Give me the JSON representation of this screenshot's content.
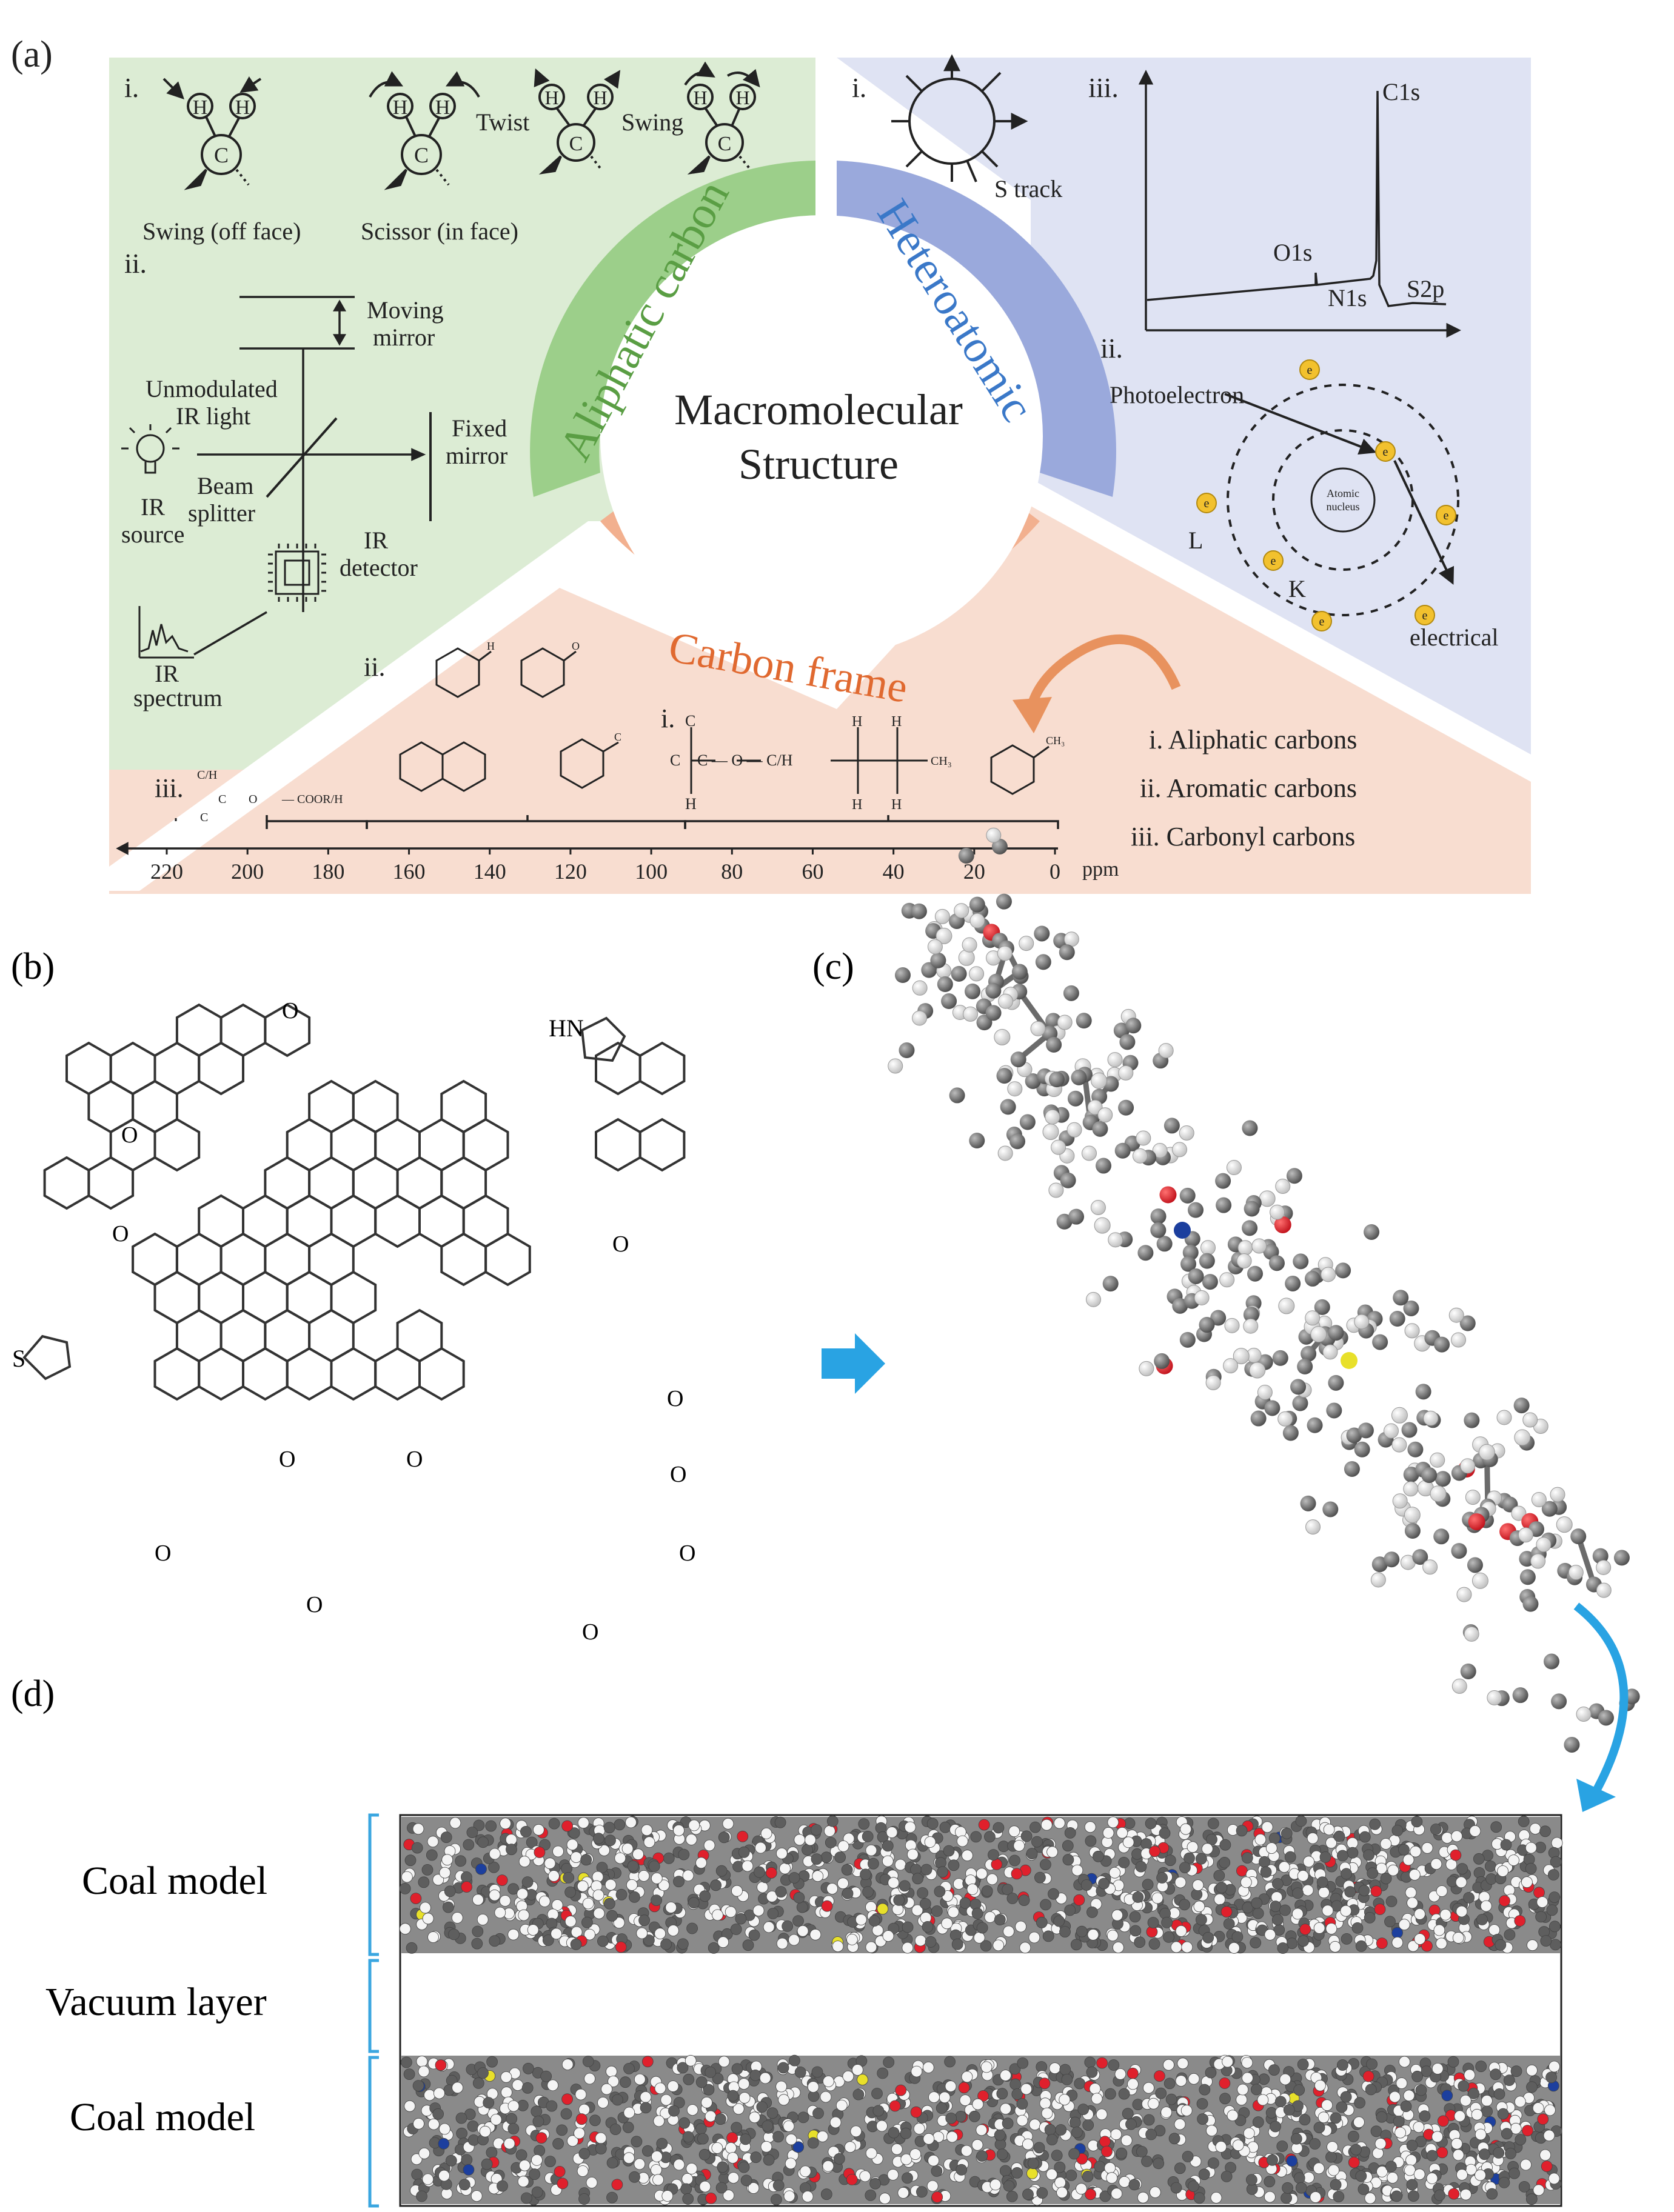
{
  "panel_a": {
    "label": "(a)",
    "center_title_line1": "Macromolecular",
    "center_title_line2": "Structure",
    "aliphatic": {
      "arc_title": "Aliphatic carbon",
      "i": "i.",
      "ii": "ii.",
      "swing_off_face": "Swing (off face)",
      "scissor_in_face": "Scissor (in face)",
      "twist": "Twist",
      "swing": "Swing",
      "atom_h": "H",
      "atom_c": "C",
      "moving_mirror_1": "Moving",
      "moving_mirror_2": "mirror",
      "unmodulated_1": "Unmodulated",
      "unmodulated_2": "IR light",
      "fixed_mirror_1": "Fixed",
      "fixed_mirror_2": "mirror",
      "beam_1": "Beam",
      "beam_2": "splitter",
      "ir_source_1": "IR",
      "ir_source_2": "source",
      "ir_detector_1": "IR",
      "ir_detector_2": "detector",
      "ir_spectrum_1": "IR",
      "ir_spectrum_2": "spectrum"
    },
    "hetero": {
      "arc_title": "Heteroatomic",
      "i": "i.",
      "ii": "ii.",
      "iii": "iii.",
      "s_track": "S track",
      "c1s": "C1s",
      "o1s": "O1s",
      "n1s": "N1s",
      "s2p": "S2p",
      "photoelectron": "Photoelectron",
      "atomic_1": "Atomic",
      "atomic_2": "nucleus",
      "shell_l": "L",
      "shell_k": "K",
      "electron": "e",
      "electrical": "electrical"
    },
    "carbon_frame": {
      "arc_title": "Carbon frame",
      "i": "i.",
      "ii": "ii.",
      "iii": "iii.",
      "legend_i": "i.  Aliphatic carbons",
      "legend_ii": "ii.  Aromatic carbons",
      "legend_iii": "iii.  Carbonyl carbons",
      "ppm_unit": "ppm",
      "ppm_ticks": [
        "220",
        "200",
        "180",
        "160",
        "140",
        "120",
        "100",
        "80",
        "60",
        "40",
        "20",
        "0"
      ],
      "chem_ch3": "CH₃",
      "chem_ether": "C — O — C/H",
      "chem_cooh": "— COOR/H",
      "chem_ch": "C/H",
      "atom_c": "C",
      "atom_h": "H",
      "atom_o": "O"
    }
  },
  "panel_b": {
    "label": "(b)",
    "hn": "HN",
    "s": "S",
    "o": "O"
  },
  "panel_c": {
    "label": "(c)"
  },
  "panel_d": {
    "label": "(d)",
    "coal_model_top": "Coal model",
    "vacuum_layer": "Vacuum layer",
    "coal_model_bottom": "Coal model"
  },
  "colors": {
    "aliphatic_bg": "#dcecd4",
    "aliphatic_arc": "#9ccf8a",
    "hetero_bg": "#dfe3f3",
    "hetero_arc": "#9aa9dc",
    "carbon_bg": "#f8ddd0",
    "carbon_arc": "#f2b08f",
    "arrow_blue": "#29a3e3",
    "bracket_blue": "#3aa6e0",
    "atom_gray": "#6b6b6b",
    "oxygen_red": "#e0202c",
    "nitrogen_blue": "#1c3f9e",
    "sulfur_yellow": "#e8e02a",
    "electron_yellow": "#f2c12e"
  }
}
